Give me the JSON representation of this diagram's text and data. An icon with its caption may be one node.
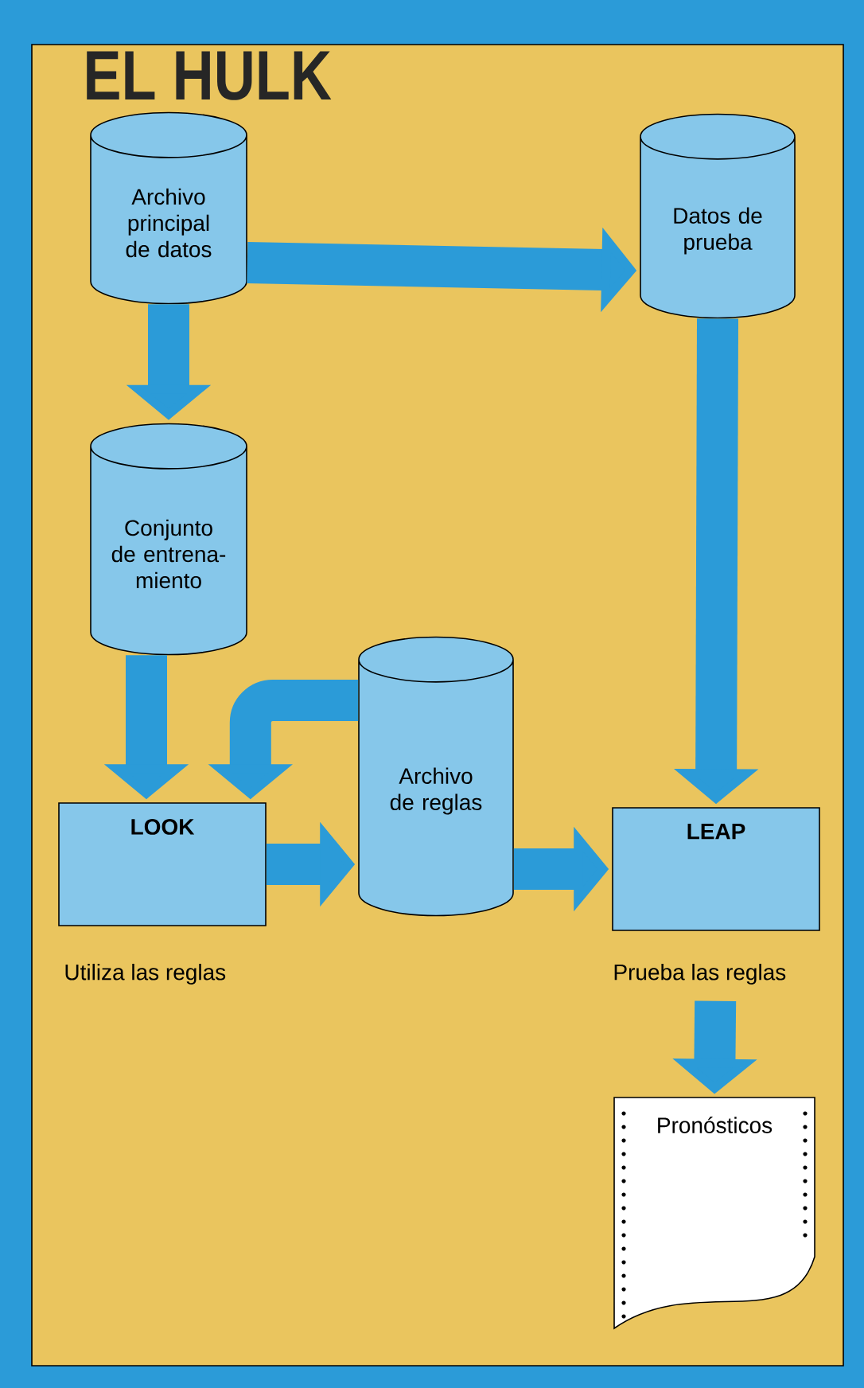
{
  "diagram": {
    "title": "EL HULK",
    "nodes": [
      {
        "text": [
          "Archivo principal de datos"
        ]
      },
      {
        "text": [
          "Datos de prueba"
        ]
      },
      {
        "text": [
          "Conjunto de entrena- miento"
        ]
      },
      {
        "text": [
          "LOOK"
        ],
        "beside": [
          "Utiliza las reglas"
        ]
      },
      {
        "text": [
          "Archivo de reglas"
        ]
      },
      {
        "text": [
          "LEAP"
        ],
        "beside": [
          "Prueba las reglas"
        ]
      },
      {
        "text": [
          "Pronósticos"
        ]
      }
    ],
    "edges": [
      {
        "from": 0,
        "to": 1,
        "arrow": "to"
      },
      {
        "from": 0,
        "to": 2,
        "arrow": "to"
      },
      {
        "from": 2,
        "to": 3,
        "arrow": "to"
      },
      {
        "from": 4,
        "to": 3,
        "arrow": "to"
      },
      {
        "from": 3,
        "to": 4,
        "arrow": "to"
      },
      {
        "from": 4,
        "to": 5,
        "arrow": "to"
      },
      {
        "from": 1,
        "to": 5,
        "arrow": "to"
      },
      {
        "from": 5,
        "to": 6,
        "arrow": "to"
      }
    ]
  }
}
